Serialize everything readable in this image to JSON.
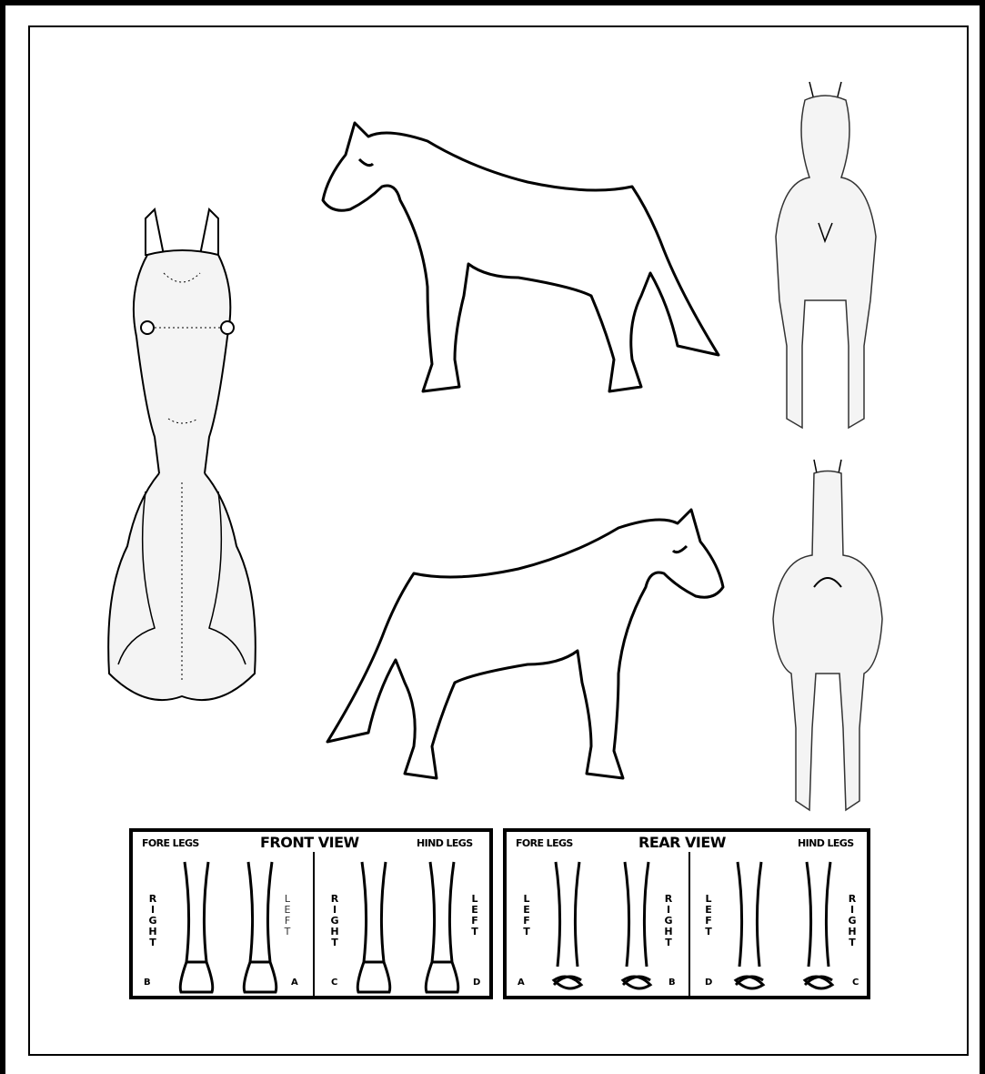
{
  "front_view": {
    "title": "FRONT VIEW",
    "fore_legs": "FORE LEGS",
    "hind_legs": "HIND LEGS",
    "labels": [
      "RIGHT",
      "LEFT",
      "RIGHT",
      "LEFT"
    ],
    "marks": [
      "B",
      "A",
      "C",
      "D"
    ]
  },
  "rear_view": {
    "title": "REAR VIEW",
    "fore_legs": "FORE LEGS",
    "hind_legs": "HIND LEGS",
    "labels": [
      "LEFT",
      "RIGHT",
      "LEFT",
      "RIGHT"
    ],
    "marks": [
      "A",
      "B",
      "D",
      "C"
    ]
  }
}
